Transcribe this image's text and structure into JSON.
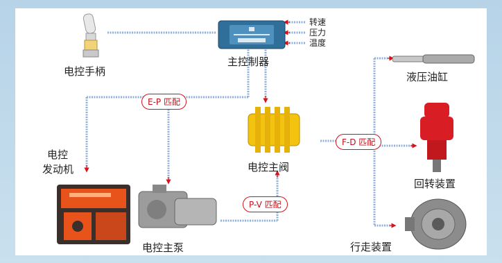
{
  "components": {
    "joystick": "电控手柄",
    "controller": "主控制器",
    "engine": "电控\n发动机",
    "pump": "电控主泵",
    "valve": "电控主阀",
    "cylinder": "液压油缸",
    "swing": "回转装置",
    "travel": "行走装置"
  },
  "sensors": [
    "转速",
    "压力",
    "温度"
  ],
  "matches": {
    "ep": "E-P 匹配",
    "pv": "P-V 匹配",
    "fd": "F-D 匹配"
  },
  "colors": {
    "wire": "#8fb0dc",
    "arrow": "#d4141c",
    "engine_orange": "#e8531c",
    "valve_yellow": "#f2c40f",
    "swing_red": "#d81e24"
  }
}
